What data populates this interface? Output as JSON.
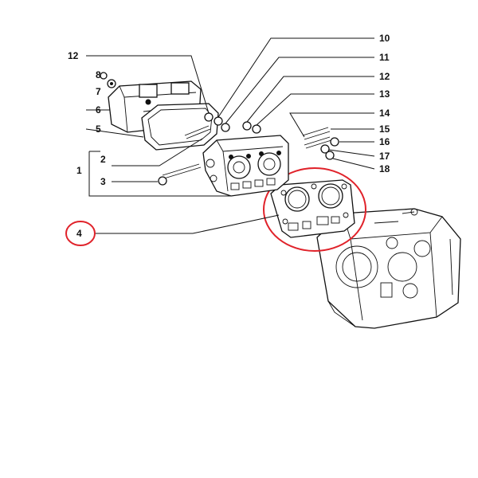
{
  "callouts": {
    "n1": "1",
    "n2": "2",
    "n3": "3",
    "n4": "4",
    "n5": "5",
    "n6": "6",
    "n7": "7",
    "n8": "8",
    "n10": "10",
    "n11": "11",
    "n12a": "12",
    "n12b": "12",
    "n13": "13",
    "n14": "14",
    "n15": "15",
    "n16": "16",
    "n17": "17",
    "n18": "18"
  },
  "highlight_color": "#e0222a"
}
